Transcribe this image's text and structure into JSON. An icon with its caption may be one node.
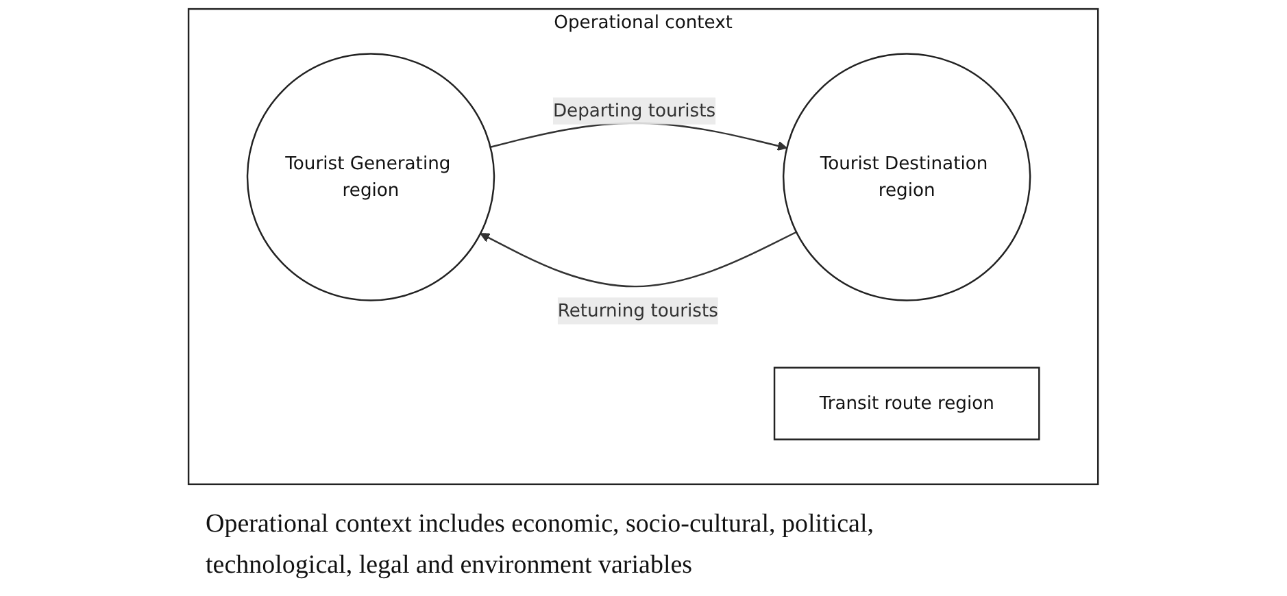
{
  "diagram": {
    "caption": "Operational context includes economic, socio-cultural, political, technological, legal and environment variables",
    "nodes": [
      {
        "text": [
          "Operational context"
        ]
      },
      {
        "text": [
          "Tourist Generating region"
        ],
        "in": 0
      },
      {
        "text": [
          "Transit route region"
        ],
        "in": 0
      },
      {
        "text": [
          "Tourist Destination region"
        ],
        "in": 0
      }
    ],
    "edges": [
      {
        "from": 1,
        "to": 3,
        "arrow": "to",
        "label": "Departing tourists"
      },
      {
        "from": 3,
        "to": 1,
        "arrow": "to",
        "label": "Returning tourists"
      }
    ]
  }
}
